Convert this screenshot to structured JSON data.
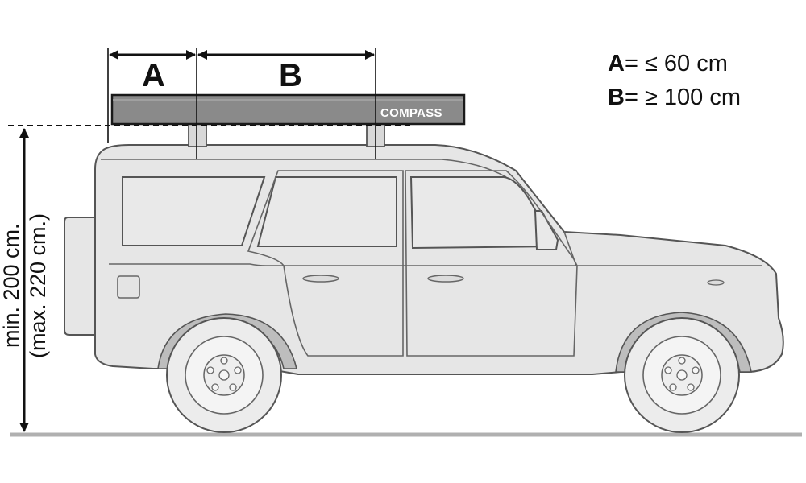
{
  "dimensions": {
    "a_label": "A",
    "b_label": "B"
  },
  "legend": {
    "a_key": "A",
    "a_value": "= ≤ 60 cm",
    "b_key": "B",
    "b_value": "= ≥ 100 cm"
  },
  "height": {
    "min_text": "min. 200 cm.",
    "max_text": "(max. 220 cm.)"
  },
  "roof_box": {
    "brand": "COMPASS",
    "color": "#8a8a8a"
  },
  "colors": {
    "car_fill": "#e6e6e6",
    "ground": "#b0b0b0",
    "line": "#111111"
  }
}
